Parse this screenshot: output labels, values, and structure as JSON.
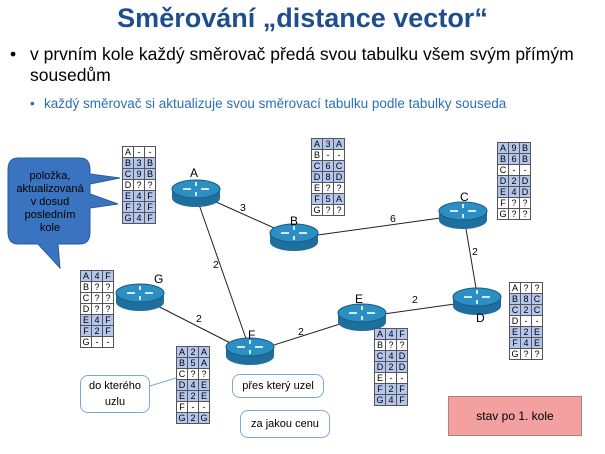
{
  "title": "Směrování „distance vector“",
  "bullet1": "v prvním kole každý směrovač předá svou tabulku všem svým přímým sousedům",
  "bullet2": "každý směrovač si aktualizuje svou směrovací tabulku podle tabulky souseda",
  "callout_updated": "položka, aktualizovaná v dosud posledním kole",
  "note_dest": "do kterého uzlu",
  "note_via": "přes který uzel",
  "note_cost": "za jakou cenu",
  "state": "stav po 1. kole",
  "routers": {
    "A": "A",
    "B": "B",
    "C": "C",
    "D": "D",
    "E": "E",
    "F": "F",
    "G": "G"
  },
  "links": {
    "AB": "3",
    "BC": "6",
    "AF": "2",
    "GF": "2",
    "FE": "2",
    "ED": "2",
    "CD": "2"
  },
  "tables": {
    "A": [
      [
        "A",
        "-",
        "-"
      ],
      [
        "B",
        "3",
        "B"
      ],
      [
        "C",
        "9",
        "B"
      ],
      [
        "D",
        "?",
        "?"
      ],
      [
        "E",
        "4",
        "F"
      ],
      [
        "F",
        "2",
        "F"
      ],
      [
        "G",
        "4",
        "F"
      ]
    ],
    "B": [
      [
        "A",
        "3",
        "A"
      ],
      [
        "B",
        "-",
        "-"
      ],
      [
        "C",
        "6",
        "C"
      ],
      [
        "D",
        "8",
        "D"
      ],
      [
        "E",
        "?",
        "?"
      ],
      [
        "F",
        "5",
        "A"
      ],
      [
        "G",
        "?",
        "?"
      ]
    ],
    "C": [
      [
        "A",
        "9",
        "B"
      ],
      [
        "B",
        "6",
        "B"
      ],
      [
        "C",
        "-",
        "-"
      ],
      [
        "D",
        "2",
        "D"
      ],
      [
        "E",
        "4",
        "D"
      ],
      [
        "F",
        "?",
        "?"
      ],
      [
        "G",
        "?",
        "?"
      ]
    ],
    "D": [
      [
        "A",
        "?",
        "?"
      ],
      [
        "B",
        "8",
        "C"
      ],
      [
        "C",
        "2",
        "C"
      ],
      [
        "D",
        "-",
        "-"
      ],
      [
        "E",
        "2",
        "E"
      ],
      [
        "F",
        "4",
        "E"
      ],
      [
        "G",
        "?",
        "?"
      ]
    ],
    "E": [
      [
        "A",
        "4",
        "F"
      ],
      [
        "B",
        "?",
        "?"
      ],
      [
        "C",
        "4",
        "D"
      ],
      [
        "D",
        "2",
        "D"
      ],
      [
        "E",
        "-",
        "-"
      ],
      [
        "F",
        "2",
        "F"
      ],
      [
        "G",
        "4",
        "F"
      ]
    ],
    "F": [
      [
        "A",
        "2",
        "A"
      ],
      [
        "B",
        "5",
        "A"
      ],
      [
        "C",
        "?",
        "?"
      ],
      [
        "D",
        "4",
        "E"
      ],
      [
        "E",
        "2",
        "E"
      ],
      [
        "F",
        "-",
        "-"
      ],
      [
        "G",
        "2",
        "G"
      ]
    ],
    "G": [
      [
        "A",
        "4",
        "F"
      ],
      [
        "B",
        "?",
        "?"
      ],
      [
        "C",
        "?",
        "?"
      ],
      [
        "D",
        "?",
        "?"
      ],
      [
        "E",
        "4",
        "F"
      ],
      [
        "F",
        "2",
        "F"
      ],
      [
        "G",
        "-",
        "-"
      ]
    ]
  },
  "highlights": {
    "A": [
      [
        1,
        0
      ],
      [
        2,
        0
      ],
      [
        4,
        0
      ],
      [
        5,
        0
      ],
      [
        6,
        0
      ]
    ],
    "B": [
      [
        0,
        0
      ],
      [
        2,
        0
      ],
      [
        3,
        0
      ],
      [
        5,
        0
      ]
    ],
    "C": [
      [
        0,
        0
      ],
      [
        1,
        0
      ],
      [
        3,
        0
      ],
      [
        4,
        0
      ]
    ],
    "D": [
      [
        1,
        0
      ],
      [
        2,
        0
      ],
      [
        4,
        0
      ],
      [
        5,
        0
      ]
    ],
    "E": [
      [
        0,
        0
      ],
      [
        2,
        0
      ],
      [
        3,
        0
      ],
      [
        5,
        0
      ],
      [
        6,
        0
      ]
    ],
    "F": [
      [
        0,
        0
      ],
      [
        1,
        0
      ],
      [
        3,
        0
      ],
      [
        4,
        0
      ],
      [
        6,
        0
      ]
    ],
    "G": [
      [
        0,
        0
      ],
      [
        4,
        0
      ],
      [
        5,
        0
      ]
    ]
  },
  "colors": {
    "title": "#1f4e8f",
    "subbullet": "#2a70b8",
    "router": "#2b8fc4",
    "highlight": "#b4c6ee",
    "callout": "#3a74c0",
    "state": "#f2a0a0"
  }
}
